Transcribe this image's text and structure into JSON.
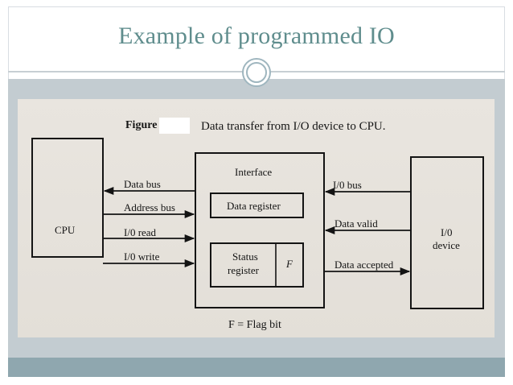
{
  "slide": {
    "title": "Example of programmed IO"
  },
  "figure": {
    "caption_label": "Figure",
    "caption_text": "Data transfer from I/O device to CPU.",
    "cpu_label": "CPU",
    "interface_label": "Interface",
    "data_register_label": "Data register",
    "status_register_line1": "Status",
    "status_register_line2": "register",
    "flag_label": "F",
    "io_device_line1": "I/0",
    "io_device_line2": "device",
    "signals_cpu_side": {
      "data_bus": "Data bus",
      "address_bus": "Address bus",
      "io_read": "I/0 read",
      "io_write": "I/0 write"
    },
    "signals_device_side": {
      "io_bus": "I/0 bus",
      "data_valid": "Data valid",
      "data_accepted": "Data accepted"
    },
    "footnote": "F = Flag bit"
  },
  "colors": {
    "title": "#5f8d8d",
    "band": "#c3ccd1",
    "bottom_bar": "#8fa7af",
    "scan_paper": "#e6e2dc",
    "ink": "#141414"
  }
}
